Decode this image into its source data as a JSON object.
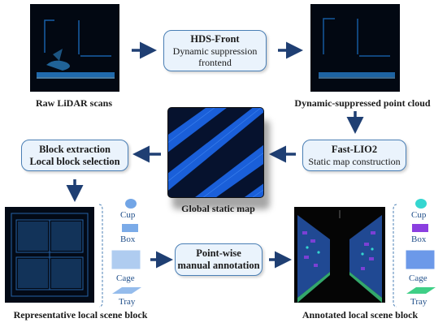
{
  "captions": {
    "raw_scans": "Raw LiDAR scans",
    "dynamic_suppressed": "Dynamic-suppressed point cloud",
    "global_map": "Global static map",
    "representative_block": "Representative local scene block",
    "annotated_block": "Annotated local scene block"
  },
  "boxes": {
    "hds_front": {
      "title": "HDS-Front",
      "line1": "Dynamic suppression",
      "line2": "frontend"
    },
    "fast_lio2": {
      "title": "Fast-LIO2",
      "line1": "Static map construction"
    },
    "block_extraction": {
      "line1": "Block extraction",
      "line2": "Local block selection"
    },
    "annotation": {
      "line1": "Point-wise",
      "line2": "manual annotation"
    }
  },
  "legend_left": [
    "Cup",
    "Box",
    "Cage",
    "Tray"
  ],
  "legend_right": [
    "Cup",
    "Box",
    "Cage",
    "Tray"
  ],
  "colors": {
    "arrow": "#1f3f73",
    "box_fill": "#eaf3fc",
    "box_border": "#4a7fb5",
    "point_blue": "#2f7fd6",
    "cup": "#35d6d0",
    "box_class": "#8b3fe0",
    "cage": "#2f6fe0",
    "tray": "#3fcf86"
  }
}
